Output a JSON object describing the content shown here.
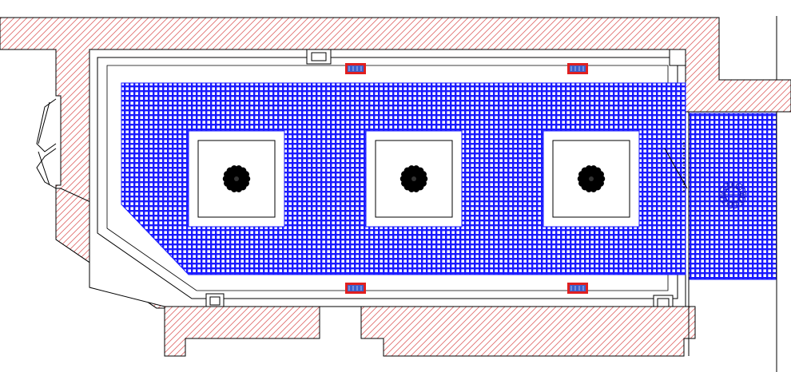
{
  "drawing": {
    "type": "architectural-ceiling-plan",
    "colors": {
      "background": "#ffffff",
      "wall_hatch": "#e07070",
      "wall_outline": "#000000",
      "grid_fill": "#1a1aff",
      "grid_line": "#ffffff",
      "vent_border": "#e02020",
      "vent_fill": "#3a5fcd",
      "light_fixture": "#000000",
      "light_fixture_outlined": "#1a1acc"
    },
    "main_area": {
      "pattern": "grid-ceiling",
      "coffers": 3,
      "light_fixtures": 3
    },
    "side_area": {
      "pattern": "grid-ceiling",
      "light_fixtures": 1
    },
    "vents": 4,
    "windows": 1,
    "doors": 1
  }
}
